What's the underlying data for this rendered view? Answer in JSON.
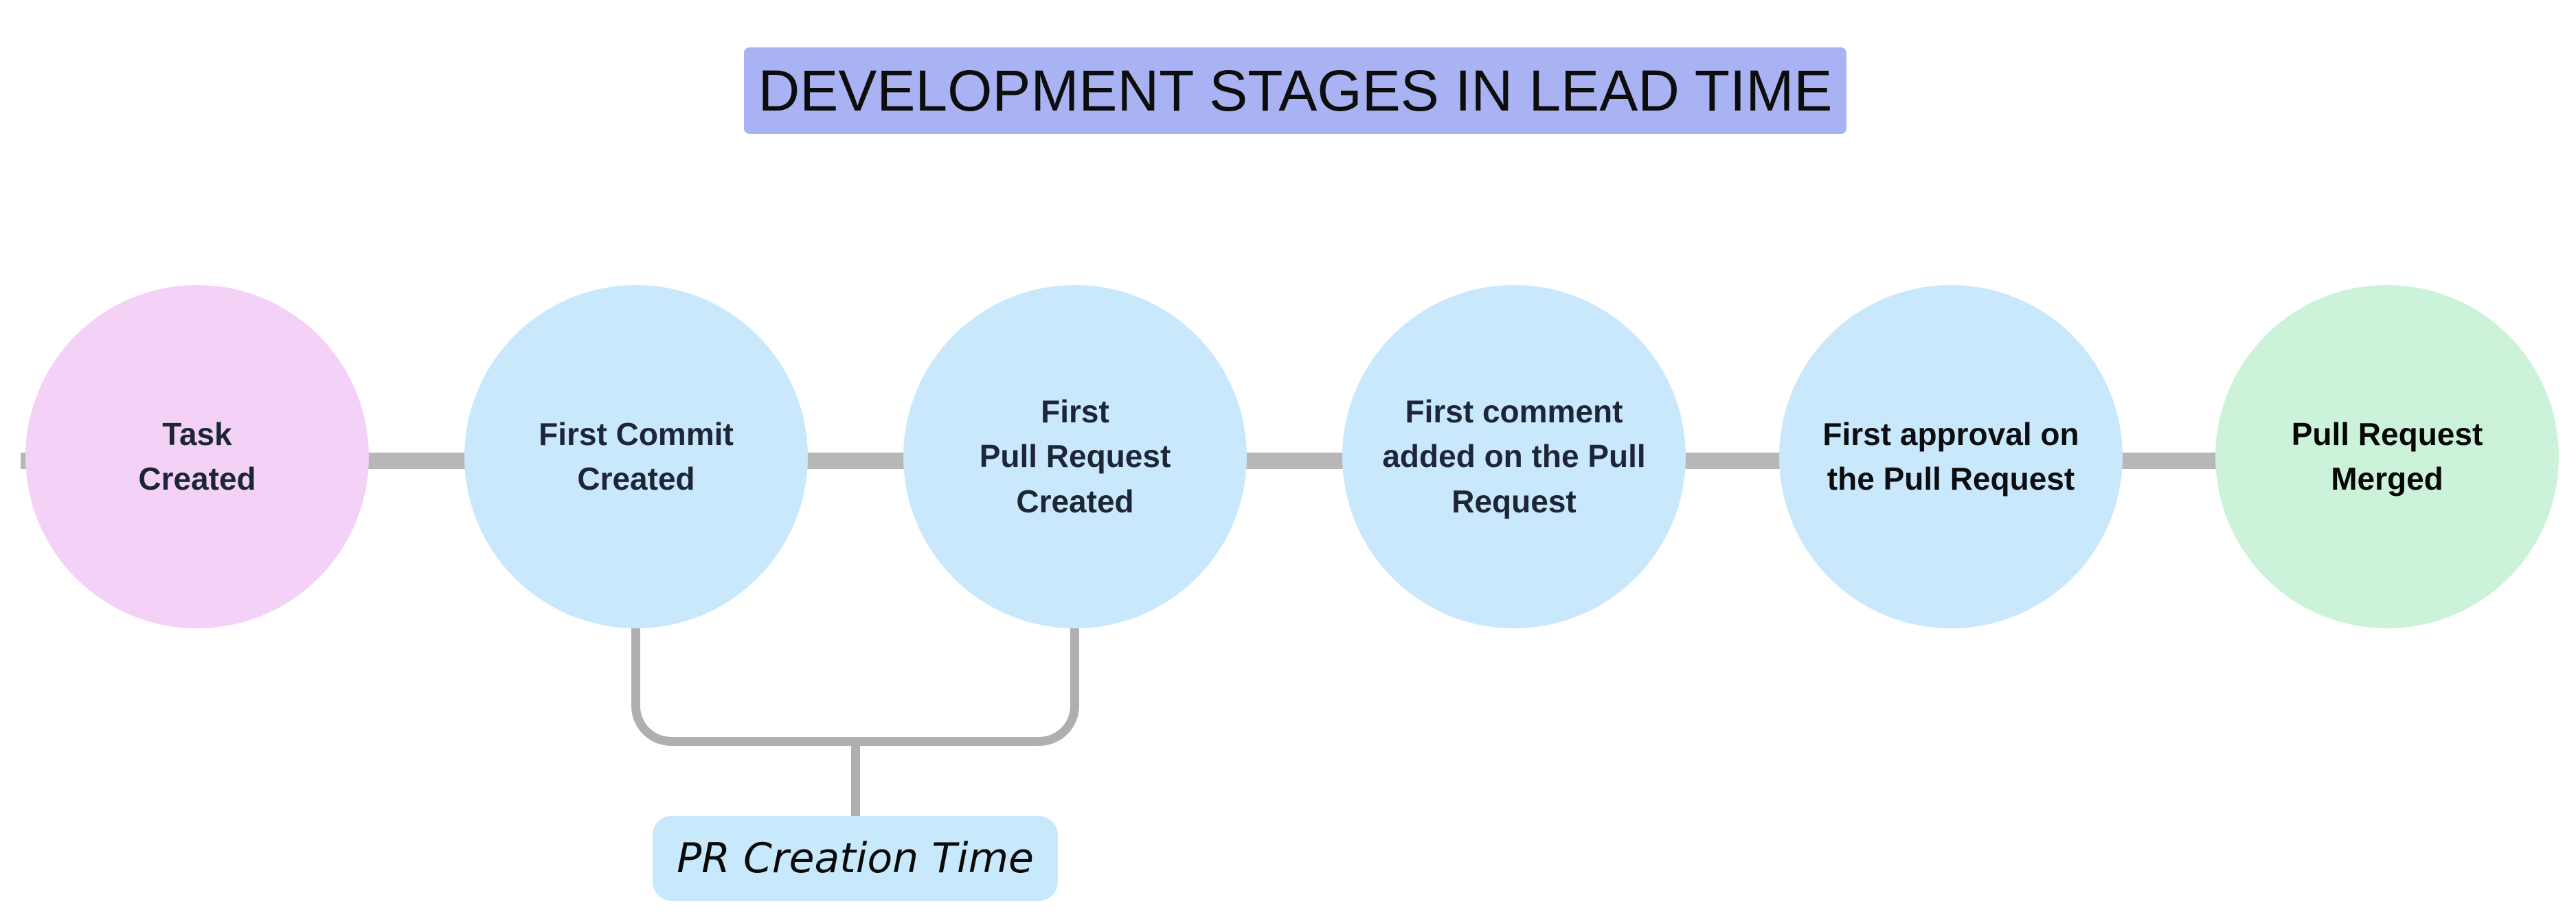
{
  "title": {
    "text": "DEVELOPMENT STAGES IN LEAD TIME",
    "bg": "#a9b3f3",
    "text_color": "#0d0d0d"
  },
  "nodes": [
    {
      "label": "Task\nCreated",
      "bg": "#f4d2f7",
      "text_color": "#1d2636"
    },
    {
      "label": "First Commit\nCreated",
      "bg": "#cae8fc",
      "text_color": "#1d2636"
    },
    {
      "label": "First\nPull Request\nCreated",
      "bg": "#cae8fc",
      "text_color": "#1d2636"
    },
    {
      "label": "First comment\nadded on the Pull\nRequest",
      "bg": "#cae8fc",
      "text_color": "#1d2636"
    },
    {
      "label": "First approval on\nthe Pull Request",
      "bg": "#cae8fc",
      "text_color": "#0b0d10"
    },
    {
      "label": "Pull Request\nMerged",
      "bg": "#cdf2da",
      "text_color": "#060606"
    }
  ],
  "annotation": {
    "label": "PR Creation Time",
    "bg": "#c8e9fc"
  },
  "colors": {
    "connector": "#b9b6b9",
    "bracket": "#b1aeb1"
  }
}
